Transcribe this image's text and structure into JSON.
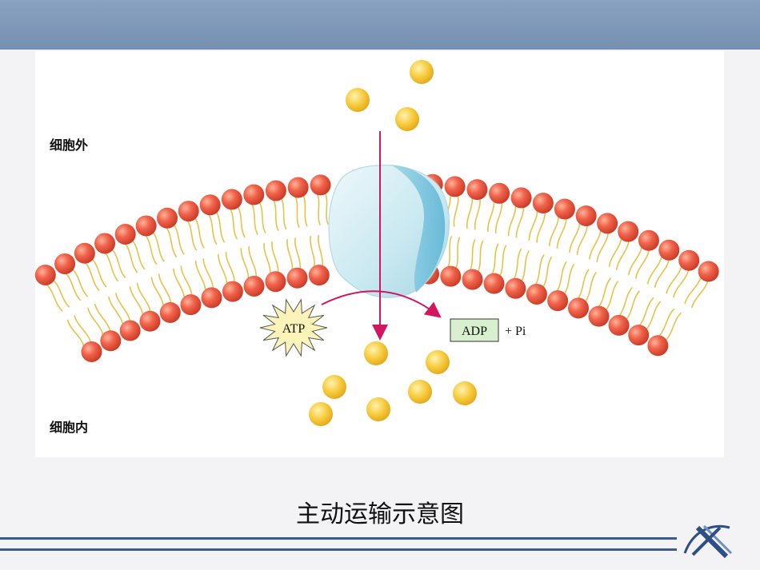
{
  "labels": {
    "outside": "细胞外",
    "inside": "细胞内",
    "atp": "ATP",
    "adp": "ADP",
    "plus_pi": "+ Pi"
  },
  "caption": "主动运输示意图",
  "colors": {
    "header": "#7e97b8",
    "head_group": "#f0624a",
    "tail": "#e6c24a",
    "particle": "#f5c83a",
    "protein": "#bfe4ee",
    "arrow": "#d01760",
    "adp_box": "#d9f0cf",
    "atp_star": "#fbf3b8",
    "rule": "#3c5a8c"
  },
  "icons": [
    "lipid-bilayer",
    "carrier-protein",
    "solute-particle",
    "atp-burst",
    "logo-mark"
  ]
}
